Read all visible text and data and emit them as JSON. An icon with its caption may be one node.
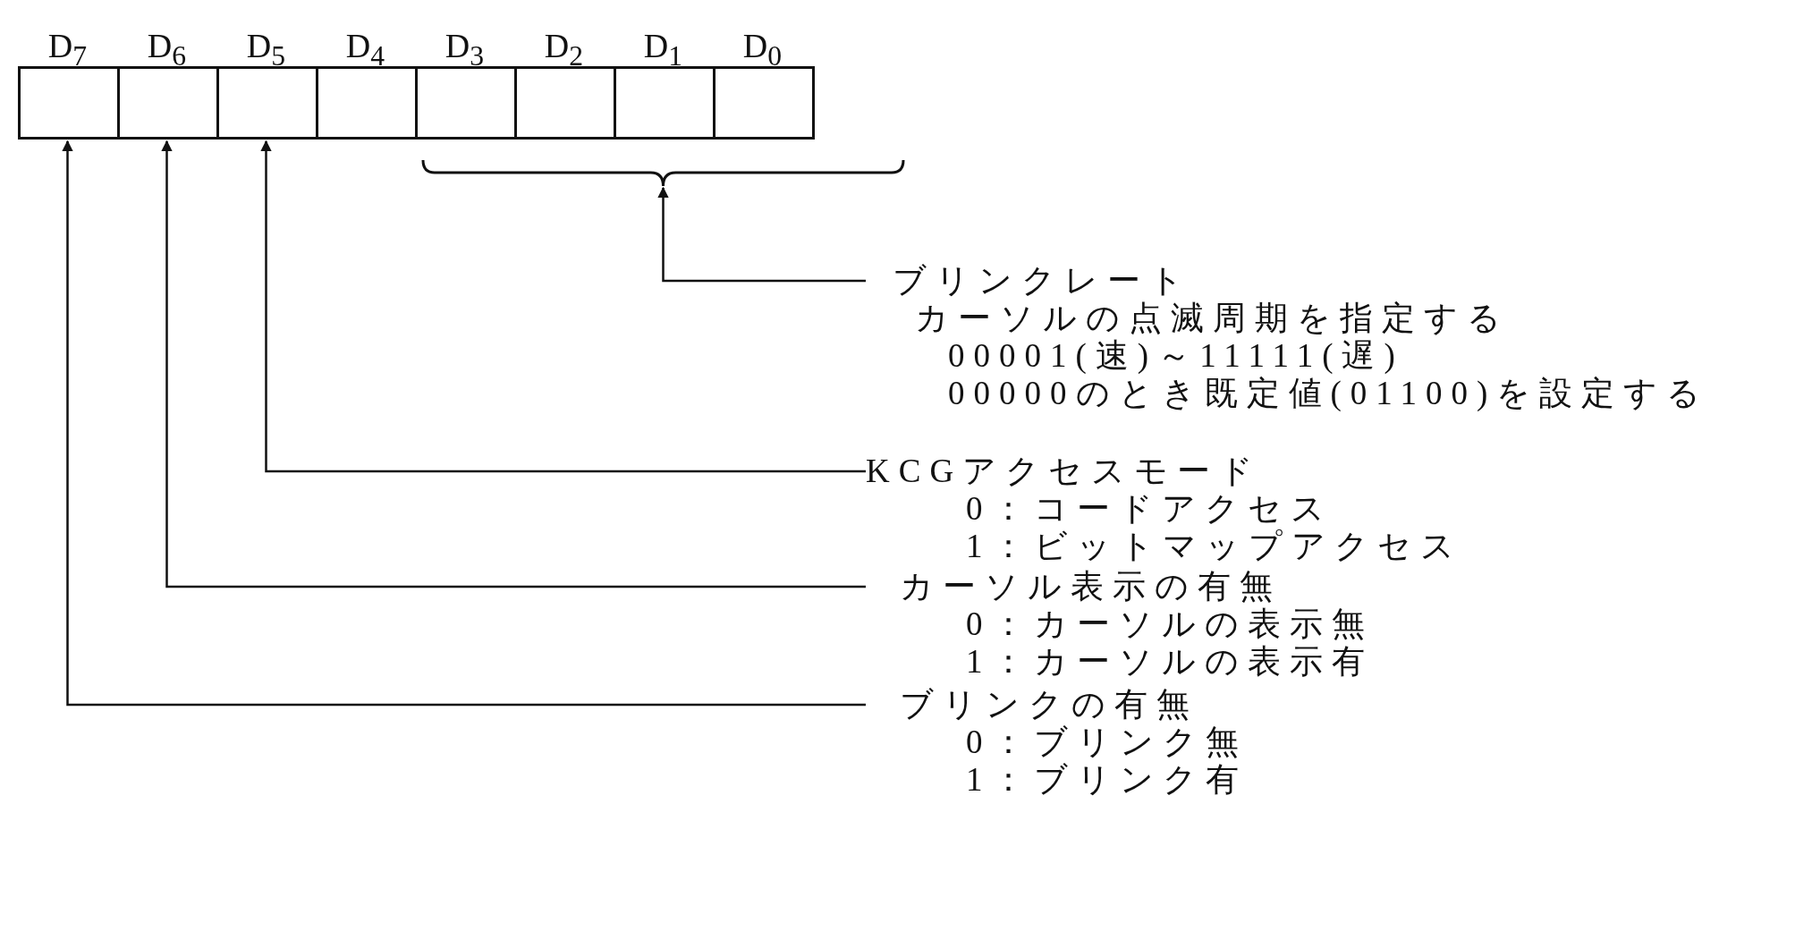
{
  "diagram": {
    "nodes": [
      {
        "text": [
          "D$_{7}$"
        ]
      },
      {
        "text": [
          "D$_{6}$"
        ]
      },
      {
        "text": [
          "D$_{5}$"
        ]
      },
      {
        "text": [
          "D$_{4}$"
        ]
      },
      {
        "text": [
          "D$_{3}$"
        ]
      },
      {
        "text": [
          "D$_{2}$"
        ]
      },
      {
        "text": [
          "D$_{1}$"
        ]
      },
      {
        "text": [
          "D$_{0}$"
        ]
      },
      {
        "text": [],
        "shape": "brace"
      },
      {
        "text": [
          "ブリンクレート",
          "カーソルの点滅周期を指定する",
          "00001(速)～11111(遅)",
          "00000のとき既定値(01100)を設定する"
        ]
      },
      {
        "text": [
          "KCGアクセスモード",
          "0：コードアクセス",
          "1：ビットマップアクセス"
        ]
      },
      {
        "text": [
          "カーソル表示の有無",
          "0：カーソルの表示無",
          "1：カーソルの表示有"
        ]
      },
      {
        "text": [
          "ブリンクの有無",
          "0：ブリンク無",
          "1：ブリンク有"
        ]
      }
    ],
    "edges": [
      {
        "from": 9,
        "to": 8,
        "arrow": "to"
      },
      {
        "from": 10,
        "to": 2,
        "arrow": "to"
      },
      {
        "from": 11,
        "to": 1,
        "arrow": "to"
      },
      {
        "from": 12,
        "to": 0,
        "arrow": "to"
      }
    ]
  }
}
